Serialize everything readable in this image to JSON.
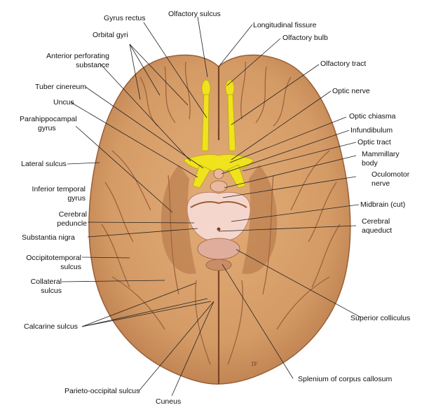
{
  "labels": {
    "gyrus_rectus": "Gyrus rectus",
    "olfactory_sulcus": "Olfactory sulcus",
    "longitudinal_fissure": "Longitudinal fissure",
    "orbital_gyri": "Orbital gyri",
    "olfactory_bulb": "Olfactory bulb",
    "anterior_perforating_1": "Anterior perforating",
    "anterior_perforating_2": "substance",
    "olfactory_tract": "Olfactory tract",
    "tuber_cinereum": "Tuber cinereum",
    "optic_nerve": "Optic nerve",
    "uncus": "Uncus",
    "parahippocampal_1": "Parahippocampal",
    "parahippocampal_2": "gyrus",
    "optic_chiasma": "Optic chiasma",
    "infundibulum": "Infundibulum",
    "optic_tract": "Optic tract",
    "mammillary_1": "Mammillary",
    "mammillary_2": "body",
    "lateral_sulcus": "Lateral sulcus",
    "oculomotor_1": "Oculomotor",
    "oculomotor_2": "nerve",
    "inferior_temporal_1": "Inferior temporal",
    "inferior_temporal_2": "gyrus",
    "midbrain": "Midbrain (cut)",
    "cerebral_peduncle_1": "Cerebral",
    "cerebral_peduncle_2": "peduncle",
    "cerebral_aqueduct_1": "Cerebral",
    "cerebral_aqueduct_2": "aqueduct",
    "substantia_nigra": "Substantia nigra",
    "occipitotemporal_1": "Occipitotemporal",
    "occipitotemporal_2": "sulcus",
    "collateral_1": "Collateral",
    "collateral_2": "sulcus",
    "superior_colliculus": "Superior colliculus",
    "calcarine_sulcus": "Calcarine sulcus",
    "splenium": "Splenium of corpus callosum",
    "parieto_occipital": "Parieto-occipital sulcus",
    "cuneus": "Cuneus"
  },
  "colors": {
    "brain": "#d59b66",
    "brain_shadow": "#a8683c",
    "sulcus_line": "#8a5230",
    "olfactory": "#f0e21c",
    "midbrain": "#f5d6cc",
    "pons_pink": "#e0ad9d",
    "leader": "#222222"
  },
  "signature": "TF"
}
